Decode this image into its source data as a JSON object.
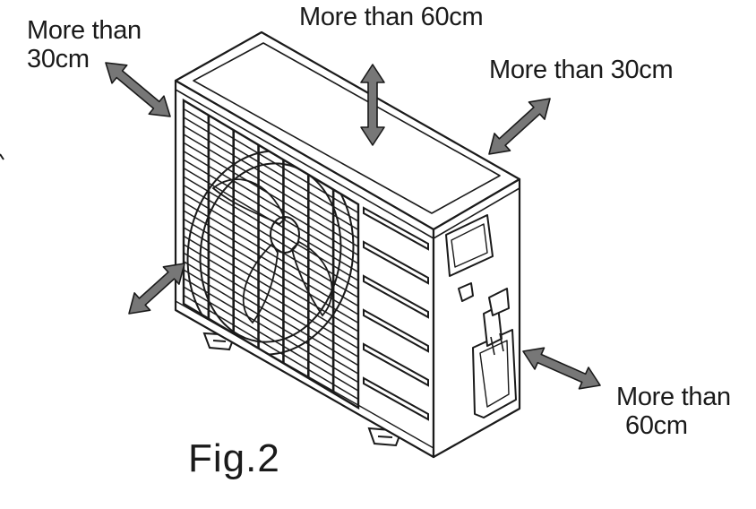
{
  "clearances": {
    "left_rear": [
      "More than",
      "30cm"
    ],
    "top": [
      "More than 60cm"
    ],
    "right_rear": [
      "More than 30cm"
    ],
    "right_side": [
      "More than",
      "60cm"
    ]
  },
  "caption": "Fig.2",
  "colors": {
    "arrow_fill": "#777777",
    "arrow_stroke": "#1a1a1a",
    "line": "#1a1a1a",
    "background": "#ffffff"
  }
}
